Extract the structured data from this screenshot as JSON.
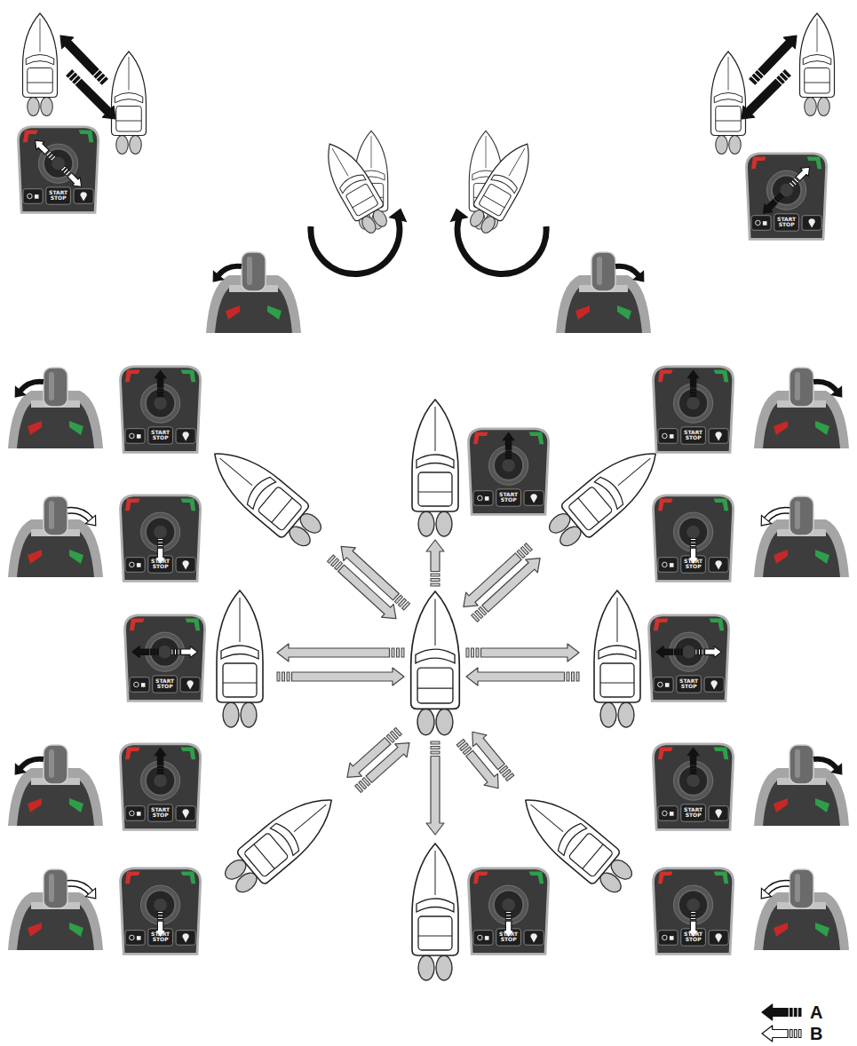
{
  "diagram": {
    "labels": [
      "START STOP",
      "START STOP",
      "START STOP",
      "START STOP",
      "START STOP",
      "START STOP",
      "START STOP",
      "START STOP",
      "START STOP",
      "START STOP",
      "START STOP",
      "START STOP",
      "START STOP",
      "START STOP"
    ],
    "legend": [
      {
        "text": "A"
      },
      {
        "text": "B"
      }
    ]
  }
}
